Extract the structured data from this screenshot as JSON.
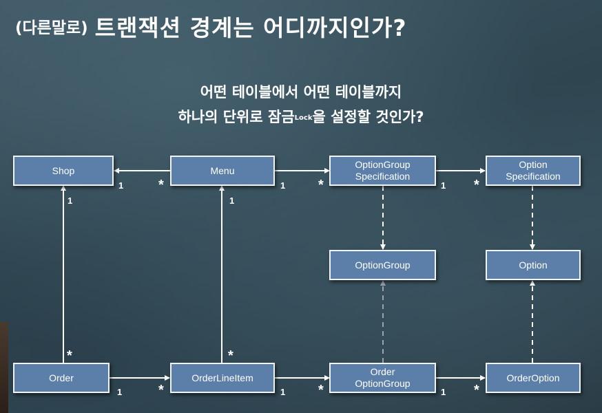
{
  "header": {
    "prefix": "(다른말로)",
    "title": "트랜잭션 경계는 어디까지인가?"
  },
  "subtitle": {
    "line1": "어떤 테이블에서 어떤 테이블까지",
    "line2_before": "하나의 단위로 잠금",
    "line2_superscript": "Lock",
    "line2_after": "을 설정할 것인가?"
  },
  "boxes": {
    "shop": "Shop",
    "menu": "Menu",
    "option_group_specification": "OptionGroup\nSpecification",
    "option_specification": "Option\nSpecification",
    "option_group": "OptionGroup",
    "option": "Option",
    "order": "Order",
    "order_line_item": "OrderLineItem",
    "order_option_group": "Order\nOptionGroup",
    "order_option": "OrderOption"
  },
  "multiplicity": {
    "one": "1",
    "many": "*"
  }
}
